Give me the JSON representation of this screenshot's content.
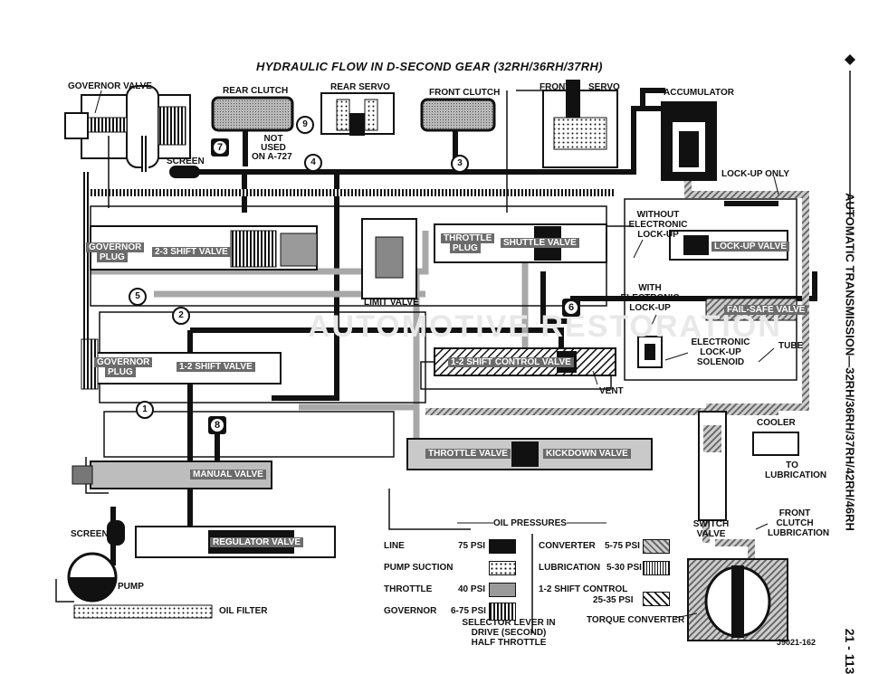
{
  "title": "HYDRAULIC FLOW IN D-SECOND GEAR (32RH/36RH/37RH)",
  "side_title": "AUTOMATIC TRANSMISSION—32RH/36RH/37RH/42RH/46RH",
  "page_number": "21 - 113",
  "figure_id": "J9021-162",
  "watermark": "AUTOMOTIVE RESTORATION",
  "labels": {
    "governor_valve": "GOVERNOR VALVE",
    "rear_clutch": "REAR CLUTCH",
    "rear_servo": "REAR SERVO",
    "front_clutch": "FRONT CLUTCH",
    "front": "FRONT",
    "servo": "SERVO",
    "accumulator": "ACCUMULATOR",
    "not_used_1": "NOT",
    "not_used_2": "USED",
    "not_used_3": "ON A-727",
    "screen_top": "SCREEN",
    "lockup_only": "LOCK-UP ONLY",
    "governor_plug_top": "GOVERNOR",
    "governor_plug_top_2": "PLUG",
    "shift_23": "2-3 SHIFT VALVE",
    "limit_valve": "LIMIT VALVE",
    "throttle_plug_1": "THROTTLE",
    "throttle_plug_2": "PLUG",
    "shuttle_valve": "SHUTTLE VALVE",
    "without_1": "WITHOUT",
    "without_2": "ELECTRONIC",
    "without_3": "LOCK-UP",
    "lockup_valve": "LOCK-UP VALVE",
    "with_1": "WITH",
    "with_2": "ELECTRONIC",
    "with_3": "LOCK-UP",
    "failsafe_valve": "FAIL-SAFE VALVE",
    "elec_1": "ELECTRONIC",
    "elec_2": "LOCK-UP",
    "elec_3": "SOLENOID",
    "tube": "TUBE",
    "governor_plug_mid": "GOVERNOR",
    "governor_plug_mid_2": "PLUG",
    "shift_12": "1-2 SHIFT VALVE",
    "shift_12_control": "1-2 SHIFT CONTROL VALVE",
    "vent": "VENT",
    "cooler": "COOLER",
    "to_1": "TO",
    "to_2": "LUBRICATION",
    "throttle_valve": "THROTTLE VALVE",
    "kickdown_valve": "KICKDOWN VALVE",
    "manual_valve": "MANUAL VALVE",
    "front_clutch_lub_1": "FRONT",
    "front_clutch_lub_2": "CLUTCH",
    "front_clutch_lub_3": "LUBRICATION",
    "switch_valve_1": "SWITCH",
    "switch_valve_2": "VALVE",
    "screen_bottom": "SCREEN",
    "regulator_valve": "REGULATOR VALVE",
    "pump": "PUMP",
    "oil_filter": "OIL FILTER",
    "torque_converter": "TORQUE CONVERTER",
    "selector_1": "SELECTOR LEVER IN",
    "selector_2": "DRIVE (SECOND)",
    "selector_3": "HALF THROTTLE"
  },
  "circle_numbers": [
    "9",
    "4",
    "3",
    "5",
    "2",
    "1"
  ],
  "square_numbers": [
    "7",
    "6",
    "8"
  ],
  "legend": {
    "heading": "OIL PRESSURES",
    "left": [
      {
        "name": "LINE",
        "value": "75 PSI",
        "pattern": "solid-black"
      },
      {
        "name": "PUMP SUCTION",
        "value": "",
        "pattern": "dots"
      },
      {
        "name": "THROTTLE",
        "value": "40 PSI",
        "pattern": "gray-fine"
      },
      {
        "name": "GOVERNOR",
        "value": "6-75 PSI",
        "pattern": "dark-vertical"
      }
    ],
    "right": [
      {
        "name": "CONVERTER",
        "value": "5-75 PSI",
        "pattern": "gray-diagonal"
      },
      {
        "name": "LUBRICATION",
        "value": "5-30 PSI",
        "pattern": "vertical-lines"
      },
      {
        "name": "1-2 SHIFT CONTROL",
        "value": "25-35 PSI",
        "pattern": "hatch"
      }
    ]
  },
  "colors": {
    "line": "#111111",
    "throttle": "#9a9a9a",
    "converter": "#7a7a7a",
    "background": "#ffffff"
  }
}
